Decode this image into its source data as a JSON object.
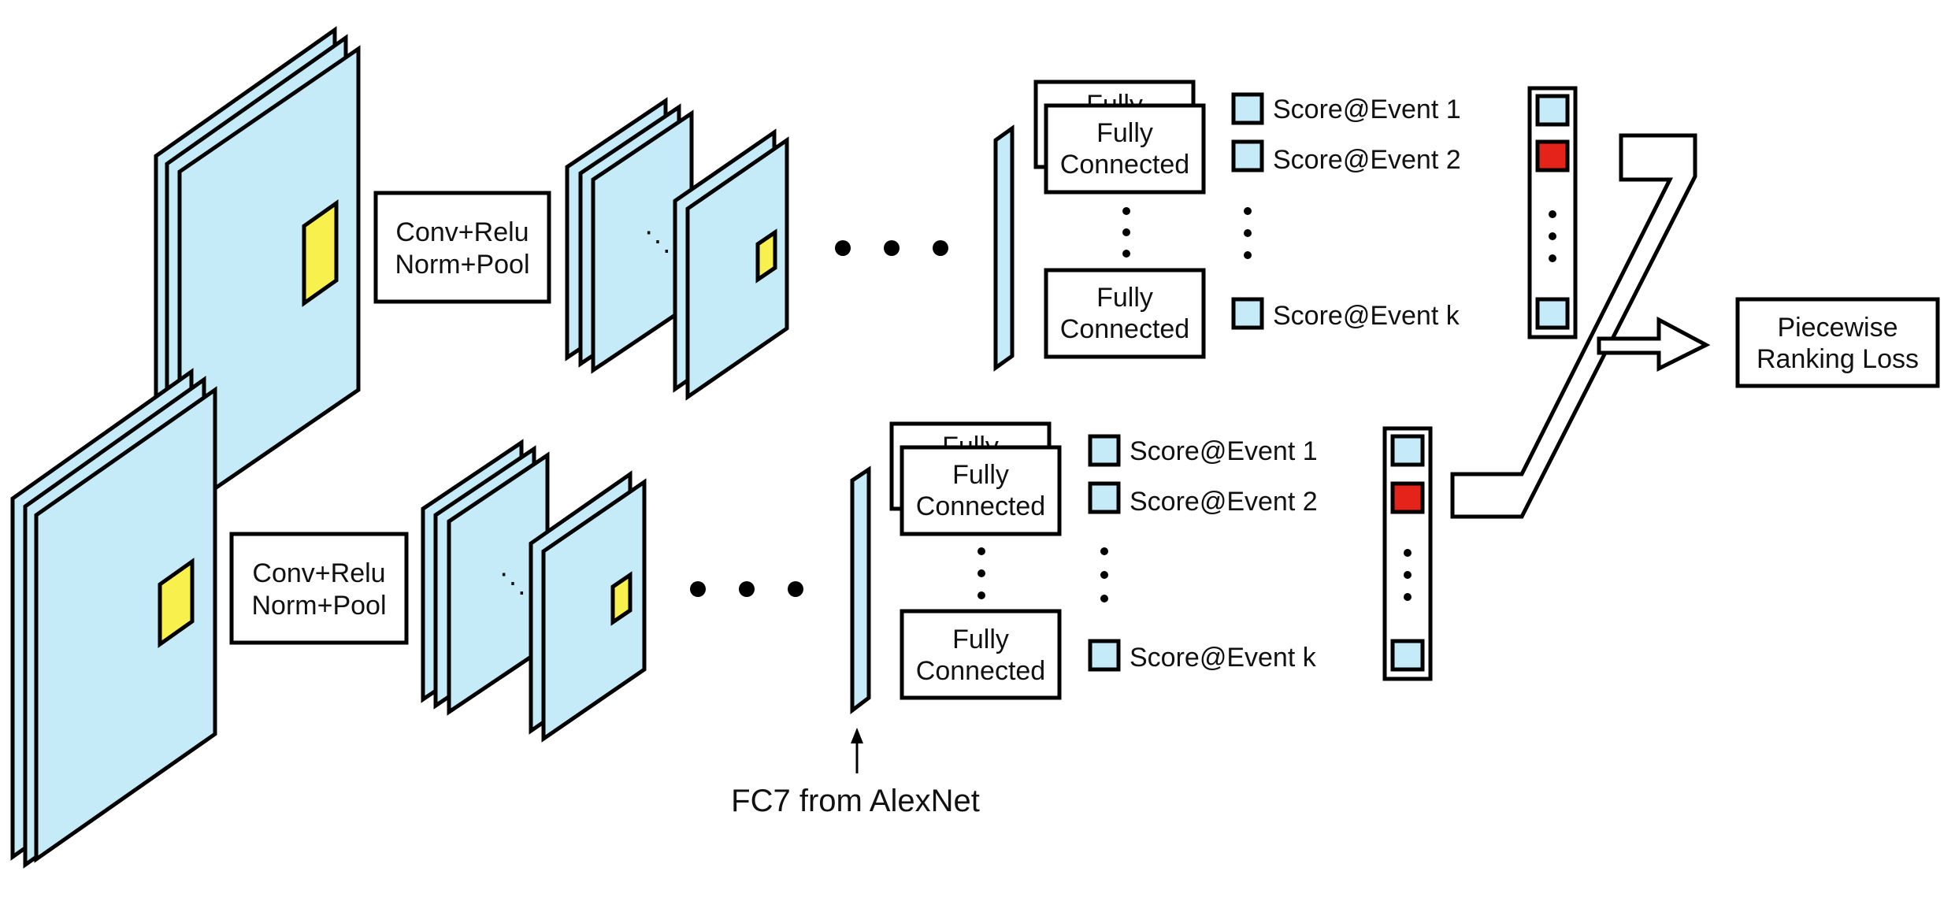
{
  "colors": {
    "feature_map": "#c5ebf8",
    "patch": "#f8f04c",
    "selected": "#e4231b",
    "outline": "#000000",
    "background": "#ffffff"
  },
  "streams": [
    {
      "conv_block": {
        "line1": "Conv+Relu",
        "line2": "Norm+Pool"
      },
      "fc_heads": [
        {
          "line1": "Fully",
          "line2": "Connected"
        },
        {
          "line1": "Fully",
          "line2": "Connected"
        }
      ],
      "scores": [
        "Score@Event 1",
        "Score@Event 2",
        "Score@Event k"
      ]
    },
    {
      "conv_block": {
        "line1": "Conv+Relu",
        "line2": "Norm+Pool"
      },
      "fc_heads": [
        {
          "line1": "Fully",
          "line2": "Connected"
        },
        {
          "line1": "Fully",
          "line2": "Connected"
        }
      ],
      "scores": [
        "Score@Event 1",
        "Score@Event 2",
        "Score@Event k"
      ]
    }
  ],
  "loss_box": {
    "line1": "Piecewise",
    "line2": "Ranking Loss"
  },
  "annotation": "FC7 from AlexNet"
}
